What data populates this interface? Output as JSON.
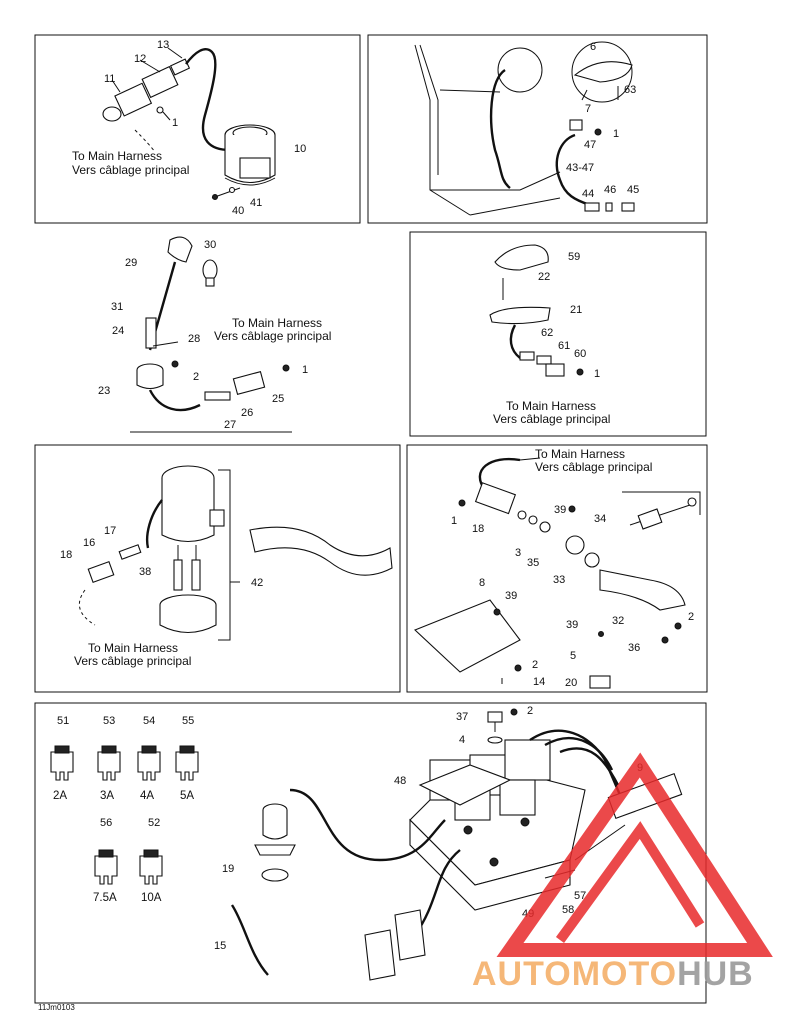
{
  "panel1": {
    "labels": [
      "13",
      "12",
      "11",
      "1",
      "10",
      "41",
      "40"
    ],
    "harness_en": "To Main Harness",
    "harness_fr": "Vers câblage principal"
  },
  "panel2": {
    "labels": [
      "6",
      "63",
      "7",
      "1",
      "47",
      "43-47",
      "44",
      "46",
      "45"
    ]
  },
  "panel3": {
    "labels": [
      "30",
      "29",
      "31",
      "28",
      "24",
      "2",
      "1",
      "23",
      "26",
      "25",
      "27"
    ],
    "harness_en": "To Main Harness",
    "harness_fr": "Vers câblage principal"
  },
  "panel4": {
    "labels": [
      "59",
      "22",
      "21",
      "62",
      "61",
      "60",
      "1"
    ],
    "harness_en": "To Main Harness",
    "harness_fr": "Vers câblage principal"
  },
  "panel5": {
    "labels": [
      "17",
      "16",
      "18",
      "38",
      "42"
    ],
    "harness_en": "To Main Harness",
    "harness_fr": "Vers câblage principal"
  },
  "panel6": {
    "labels": [
      "1",
      "18",
      "39",
      "34",
      "3",
      "35",
      "33",
      "8",
      "39",
      "32",
      "2",
      "39",
      "5",
      "36",
      "2",
      "14",
      "20"
    ],
    "harness_en": "To Main Harness",
    "harness_fr": "Vers câblage principal"
  },
  "panel7": {
    "fuses": [
      {
        "part": "51",
        "rating": "2A"
      },
      {
        "part": "53",
        "rating": "3A"
      },
      {
        "part": "54",
        "rating": "4A"
      },
      {
        "part": "55",
        "rating": "5A"
      },
      {
        "part": "56",
        "rating": "7.5A"
      },
      {
        "part": "52",
        "rating": "10A"
      }
    ],
    "labels": [
      "37",
      "2",
      "4",
      "48",
      "9",
      "19",
      "15",
      "49",
      "57",
      "58"
    ]
  },
  "footer_code": "11Jm0103",
  "watermark": {
    "text": "AUTOMOTOHUB",
    "colors": {
      "auto": "#f5b06a",
      "moto": "#f5b06a",
      "hub": "#9a9a9a",
      "logo": "#e8292a"
    }
  }
}
